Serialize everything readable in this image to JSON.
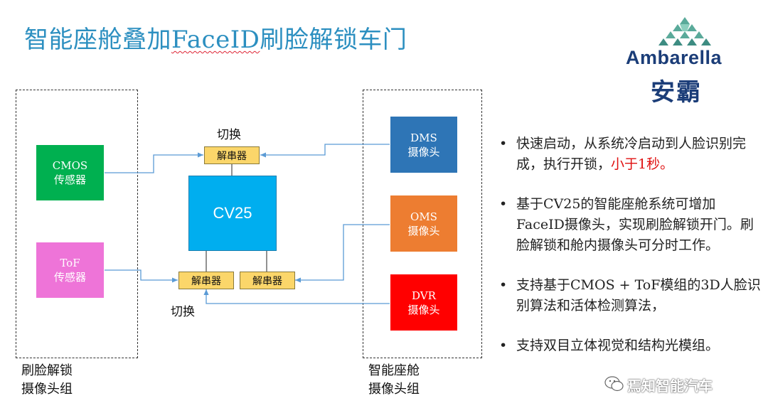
{
  "title": {
    "prefix": "智能座舱叠加",
    "faceid": "FaceID",
    "suffix": "刷脸解锁车门"
  },
  "logo": {
    "en": "Ambarella",
    "cn": "安霸"
  },
  "groups": {
    "left_label_line1": "刷脸解锁",
    "left_label_line2": "摄像头组",
    "right_label_line1": "智能座舱",
    "right_label_line2": "摄像头组"
  },
  "sensors": {
    "cmos": {
      "line1": "CMOS",
      "line2": "传感器"
    },
    "tof": {
      "line1": "ToF",
      "line2": "传感器"
    }
  },
  "cameras": {
    "dms": {
      "line1": "DMS",
      "line2": "摄像头"
    },
    "oms": {
      "line1": "OMS",
      "line2": "摄像头"
    },
    "dvr": {
      "line1": "DVR",
      "line2": "摄像头"
    }
  },
  "chip": {
    "label": "CV25"
  },
  "deserializer_label": "解串器",
  "switch_label": "切换",
  "bullets": [
    {
      "text": "快速启动，从系统冷启动到人脸识别完成，执行开锁，",
      "highlight": "小于1秒。"
    },
    {
      "text": "基于CV25的智能座舱系统可增加FaceID摄像头，实现刷脸解锁开门。刷脸解锁和舱内摄像头可分时工作。",
      "highlight": ""
    },
    {
      "text": "支持基于CMOS + ToF模组的3D人脸识别算法和活体检测算法，",
      "highlight": ""
    },
    {
      "text": "支持双目立体视觉和结构光模组。",
      "highlight": ""
    }
  ],
  "watermark": "焉知智能汽车",
  "colors": {
    "title": "#2c8fc0",
    "logo": "#1b3d78",
    "cmos": "#00b050",
    "tof": "#ee74d8",
    "dms": "#2e75b6",
    "oms": "#ed7d31",
    "dvr": "#ff0000",
    "cv25": "#00aeef",
    "deserializer": "#fbd66a",
    "arrow": "#5b9bd5",
    "highlight": "#e01010"
  }
}
